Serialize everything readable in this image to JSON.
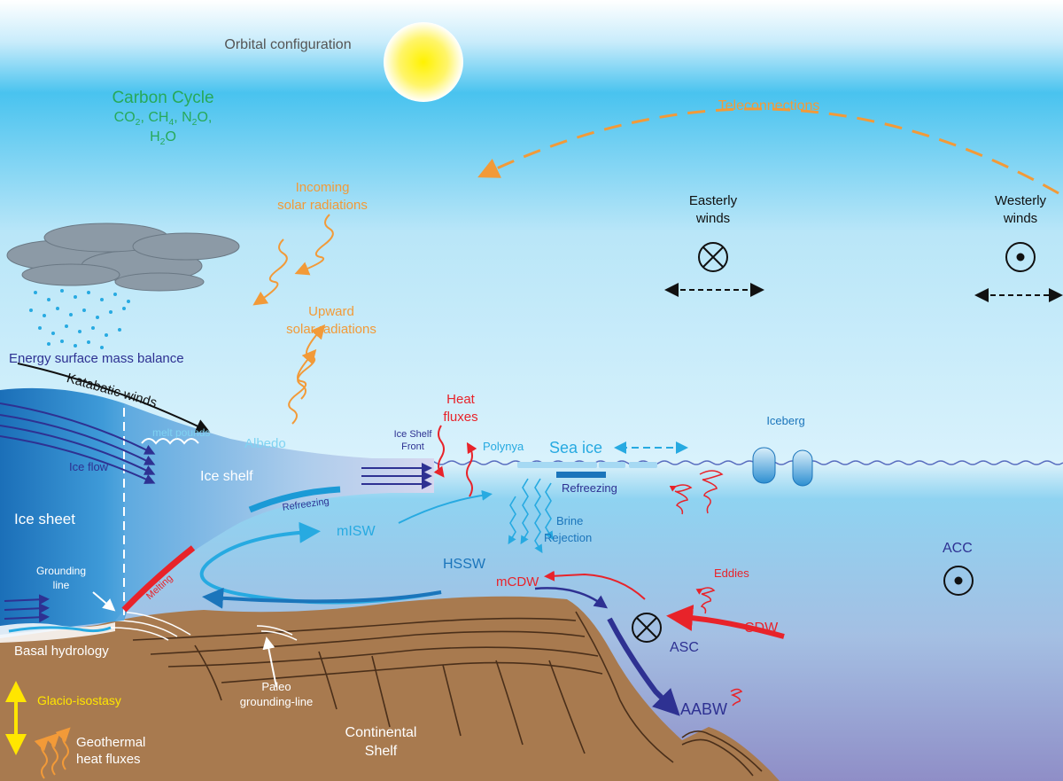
{
  "labels": {
    "orbital": "Orbital configuration",
    "carbon_title": "Carbon Cycle",
    "carbon_line1_parts": [
      "CO",
      "2",
      ", CH",
      "4",
      ", N",
      "2",
      "O,"
    ],
    "carbon_line2_parts": [
      "H",
      "2",
      "O"
    ],
    "teleconnections": "Teleconnections",
    "incoming_1": "Incoming",
    "incoming_2": "solar radiations",
    "upward_1": "Upward",
    "upward_2": "solar radiations",
    "easterly_1": "Easterly",
    "easterly_2": "winds",
    "westerly_1": "Westerly",
    "westerly_2": "winds",
    "energy": "Energy surface mass balance",
    "katabatic": "Katabatic winds",
    "melt_pounds": "melt pounds",
    "albedo": "Albedo",
    "ice_flow": "Ice flow",
    "ice_shelf": "Ice shelf",
    "ice_sheet": "Ice sheet",
    "ice_shelf_front_1": "Ice Shelf",
    "ice_shelf_front_2": "Front",
    "heat_1": "Heat",
    "heat_2": "fluxes",
    "polynya": "Polynya",
    "sea_ice": "Sea ice",
    "refreezing_sea": "Refreezing",
    "iceberg": "Iceberg",
    "refreezing_shelf": "Refreezing",
    "misw": "mISW",
    "brine_1": "Brine",
    "brine_2": "Rejection",
    "hssw": "HSSW",
    "acc": "ACC",
    "grounding_1": "Grounding",
    "grounding_2": "line",
    "melting": "Melting",
    "mcdw": "mCDW",
    "eddies": "Eddies",
    "cdw": "CDW",
    "asc": "ASC",
    "aabw": "AABW",
    "basal": "Basal hydrology",
    "glacio": "Glacio-isostasy",
    "geo_1": "Geothermal",
    "geo_2": "heat fluxes",
    "paleo_1": "Paleo",
    "paleo_2": "grounding-line",
    "shelf_1": "Continental",
    "shelf_2": "Shelf"
  },
  "colors": {
    "orange": "#f29a38",
    "green": "#27a95a",
    "navy": "#2e3192",
    "red": "#e8232a",
    "cyan": "#27aae1",
    "seabed": "#a87a4f",
    "sun": "#fff200"
  }
}
